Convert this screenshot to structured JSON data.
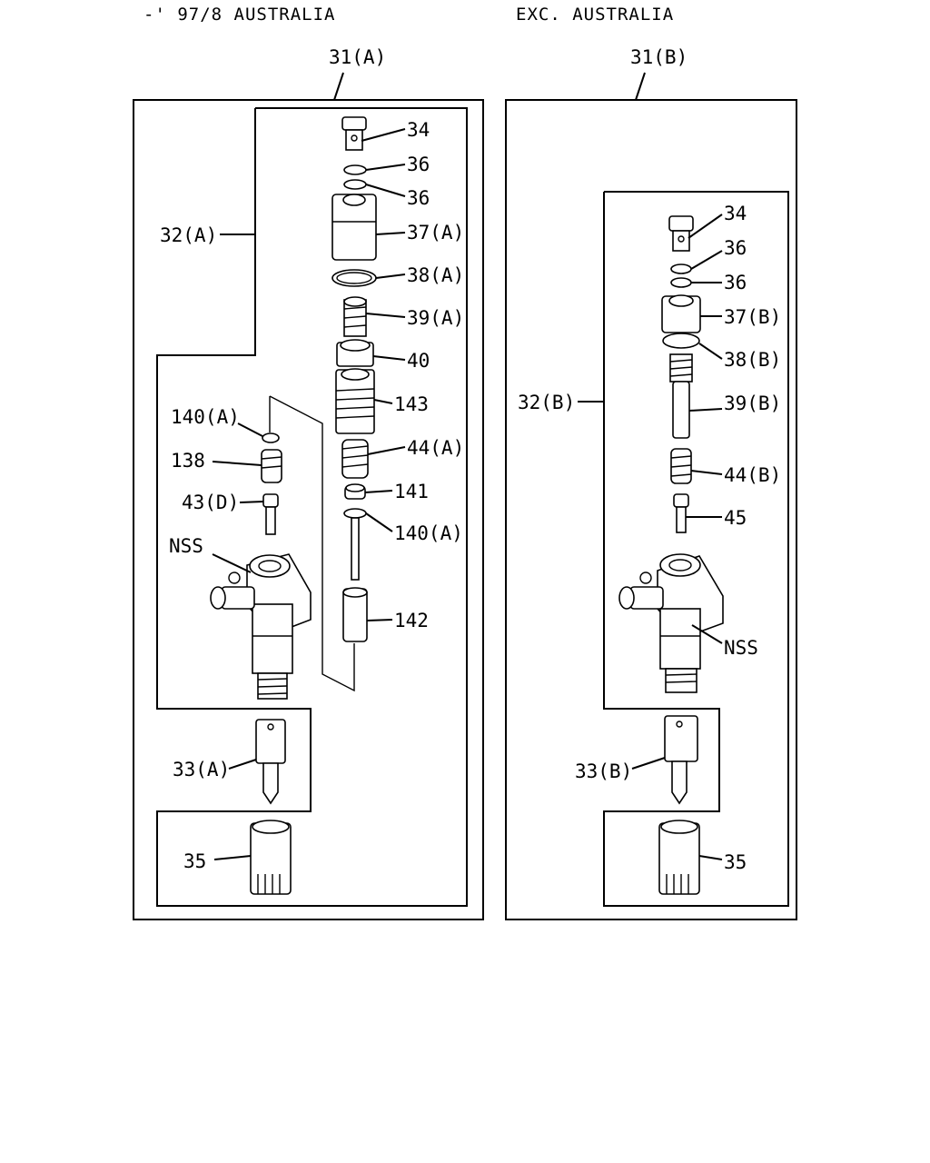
{
  "headers": {
    "left": "-' 97/8 AUSTRALIA",
    "right": "EXC. AUSTRALIA"
  },
  "assemblies": {
    "left_label": "31(A)",
    "right_label": "31(B)"
  },
  "left_callouts": {
    "holder": "32(A)",
    "c34": "34",
    "c36a": "36",
    "c36b": "36",
    "c37": "37(A)",
    "c38": "38(A)",
    "c39": "39(A)",
    "c40": "40",
    "c143": "143",
    "c44": "44(A)",
    "c141": "141",
    "c140r": "140(A)",
    "c142": "142",
    "c140l": "140(A)",
    "c138": "138",
    "c43": "43(D)",
    "nss": "NSS",
    "c33": "33(A)",
    "c35": "35"
  },
  "right_callouts": {
    "holder": "32(B)",
    "c34": "34",
    "c36a": "36",
    "c36b": "36",
    "c37": "37(B)",
    "c38": "38(B)",
    "c39": "39(B)",
    "c44": "44(B)",
    "c45": "45",
    "nss": "NSS",
    "c33": "33(B)",
    "c35": "35"
  }
}
